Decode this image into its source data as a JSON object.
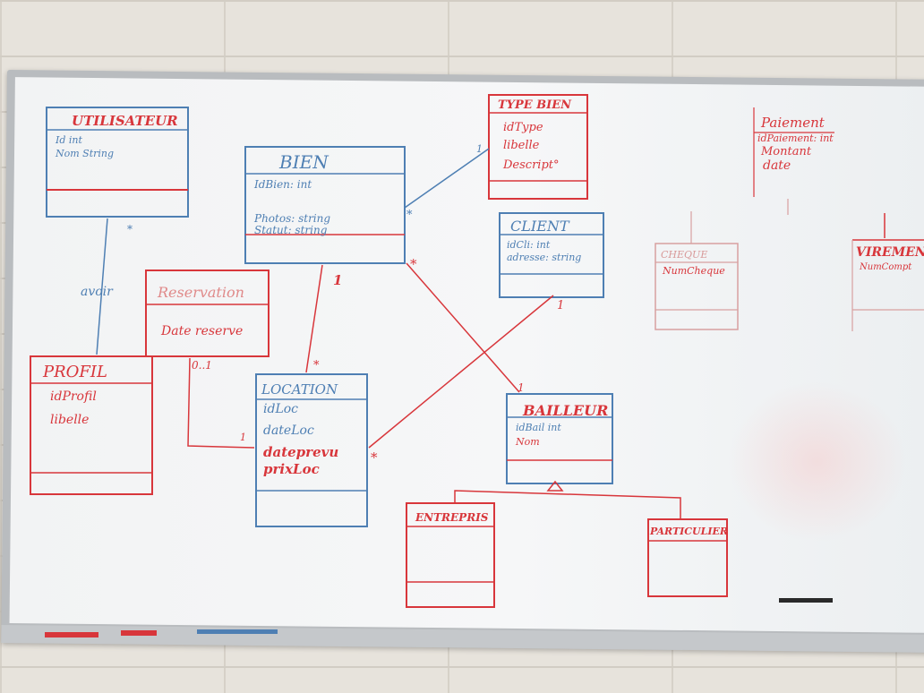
{
  "colors": {
    "marker_red": "#d8363b",
    "marker_blue": "#4e7fb3",
    "board": "#f4f5f6",
    "wall": "#e7e3dc"
  },
  "boxes": {
    "utilisateur": {
      "title": "UTILISATEUR",
      "attrs": [
        "Id int",
        "Nom String"
      ]
    },
    "bien": {
      "title": "BIEN",
      "attrs": [
        "IdBien: int",
        "Photos: string",
        "Statut: string"
      ]
    },
    "typebien": {
      "title": "TYPE BIEN",
      "attrs": [
        "idType",
        "libelle",
        "Descript°"
      ]
    },
    "client": {
      "title": "CLIENT",
      "attrs": [
        "idCli: int",
        "adresse: string"
      ]
    },
    "paiement": {
      "title": "Paiement",
      "attrs": [
        "idPaiement: int",
        "Montant",
        "date"
      ]
    },
    "cheque": {
      "title": "CHEQUE",
      "attrs": [
        "NumCheque"
      ]
    },
    "virement": {
      "title": "VIREMEN",
      "attrs": [
        "NumCompt"
      ]
    },
    "reservation": {
      "title": "Reservation",
      "attrs": [
        "Date reserve"
      ]
    },
    "profil": {
      "title": "PROFIL",
      "attrs": [
        "idProfil",
        "libelle"
      ]
    },
    "location": {
      "title": "LOCATION",
      "attrs": [
        "idLoc",
        "dateLoc",
        "dateprevu",
        "prixLoc"
      ]
    },
    "bailleur": {
      "title": "BAILLEUR",
      "attrs": [
        "idBail int",
        "Nom"
      ]
    },
    "entreprise": {
      "title": "ENTREPRIS",
      "attrs": []
    },
    "particulier": {
      "title": "PARTICULIER",
      "attrs": []
    }
  },
  "labels": {
    "avoir": "avoir",
    "mult_star": "*",
    "mult_one": "1",
    "mult_zero_one": "0..1"
  }
}
